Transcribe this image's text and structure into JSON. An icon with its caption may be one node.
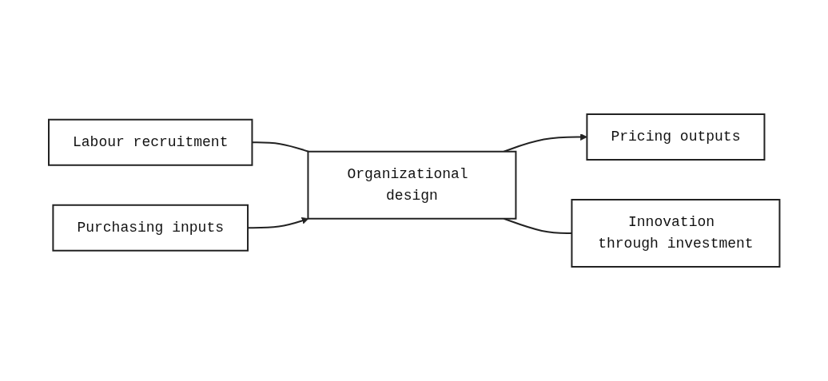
{
  "diagram": {
    "nodes": [
      {
        "text": [
          "Labour recruitment"
        ]
      },
      {
        "text": [
          "Purchasing inputs"
        ]
      },
      {
        "text": [
          "Organizational design"
        ]
      },
      {
        "text": [
          "Pricing outputs"
        ]
      },
      {
        "text": [
          "Innovation through investment"
        ]
      }
    ],
    "edges": [
      {
        "from": 0,
        "to": 2,
        "arrow": "none"
      },
      {
        "from": 1,
        "to": 2,
        "arrow": "to"
      },
      {
        "from": 2,
        "to": 3,
        "arrow": "to"
      },
      {
        "from": 2,
        "to": 4,
        "arrow": "none"
      }
    ]
  }
}
